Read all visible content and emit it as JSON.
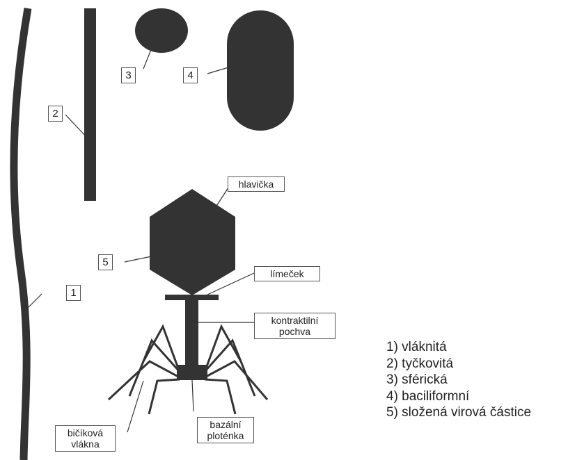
{
  "colors": {
    "shape_fill": "#333333",
    "line": "#333333",
    "label_border": "#555555"
  },
  "numbers": {
    "n1": "1",
    "n2": "2",
    "n3": "3",
    "n4": "4",
    "n5": "5"
  },
  "phage_labels": {
    "head": "hlavička",
    "collar": "límeček",
    "sheath_line1": "kontraktilní",
    "sheath_line2": "pochva",
    "fibers_line1": "bičíková",
    "fibers_line2": "vlákna",
    "plate_line1": "bazální",
    "plate_line2": "ploténka"
  },
  "legend": [
    "1) vláknitá",
    "2) tyčkovitá",
    "3) sférická",
    "4) baciliformní",
    "5) složená virová částice"
  ]
}
